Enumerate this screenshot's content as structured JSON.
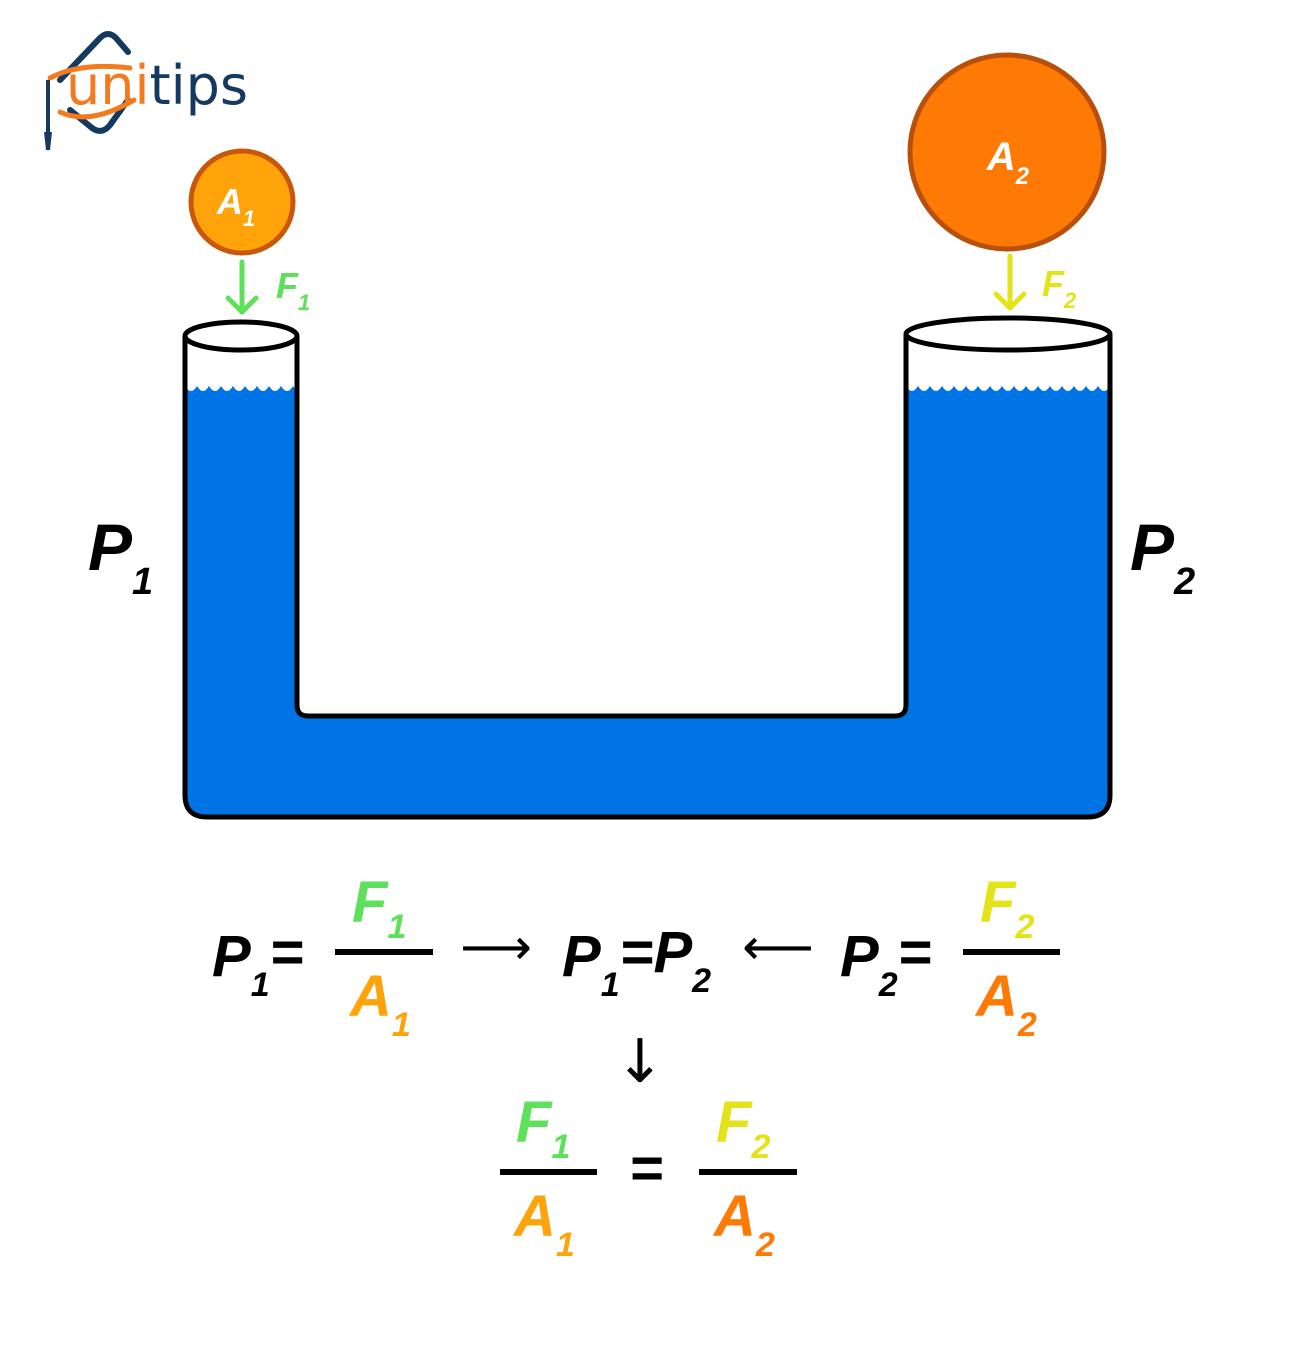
{
  "logo": {
    "text_part1": "uni",
    "text_part2": "tips",
    "color_part1": "#f47a20",
    "color_part2": "#163a5f"
  },
  "pistons": {
    "small": {
      "label": "A",
      "sub": "1",
      "fill": "#ffa30a",
      "stroke": "#c9570a"
    },
    "large": {
      "label": "A",
      "sub": "2",
      "fill": "#ff7a05",
      "stroke": "#b8500c"
    }
  },
  "forces": {
    "f1": {
      "label": "F",
      "sub": "1",
      "color": "#5ee05a"
    },
    "f2": {
      "label": "F",
      "sub": "2",
      "color": "#e3e31a"
    }
  },
  "pressures": {
    "p1": {
      "label": "P",
      "sub": "1"
    },
    "p2": {
      "label": "P",
      "sub": "2"
    }
  },
  "fluid": {
    "color": "#0074e4"
  },
  "equations": {
    "eq_sign": "=",
    "arrow_right": "⟶",
    "arrow_left": "⟵",
    "arrow_down": "↓"
  }
}
